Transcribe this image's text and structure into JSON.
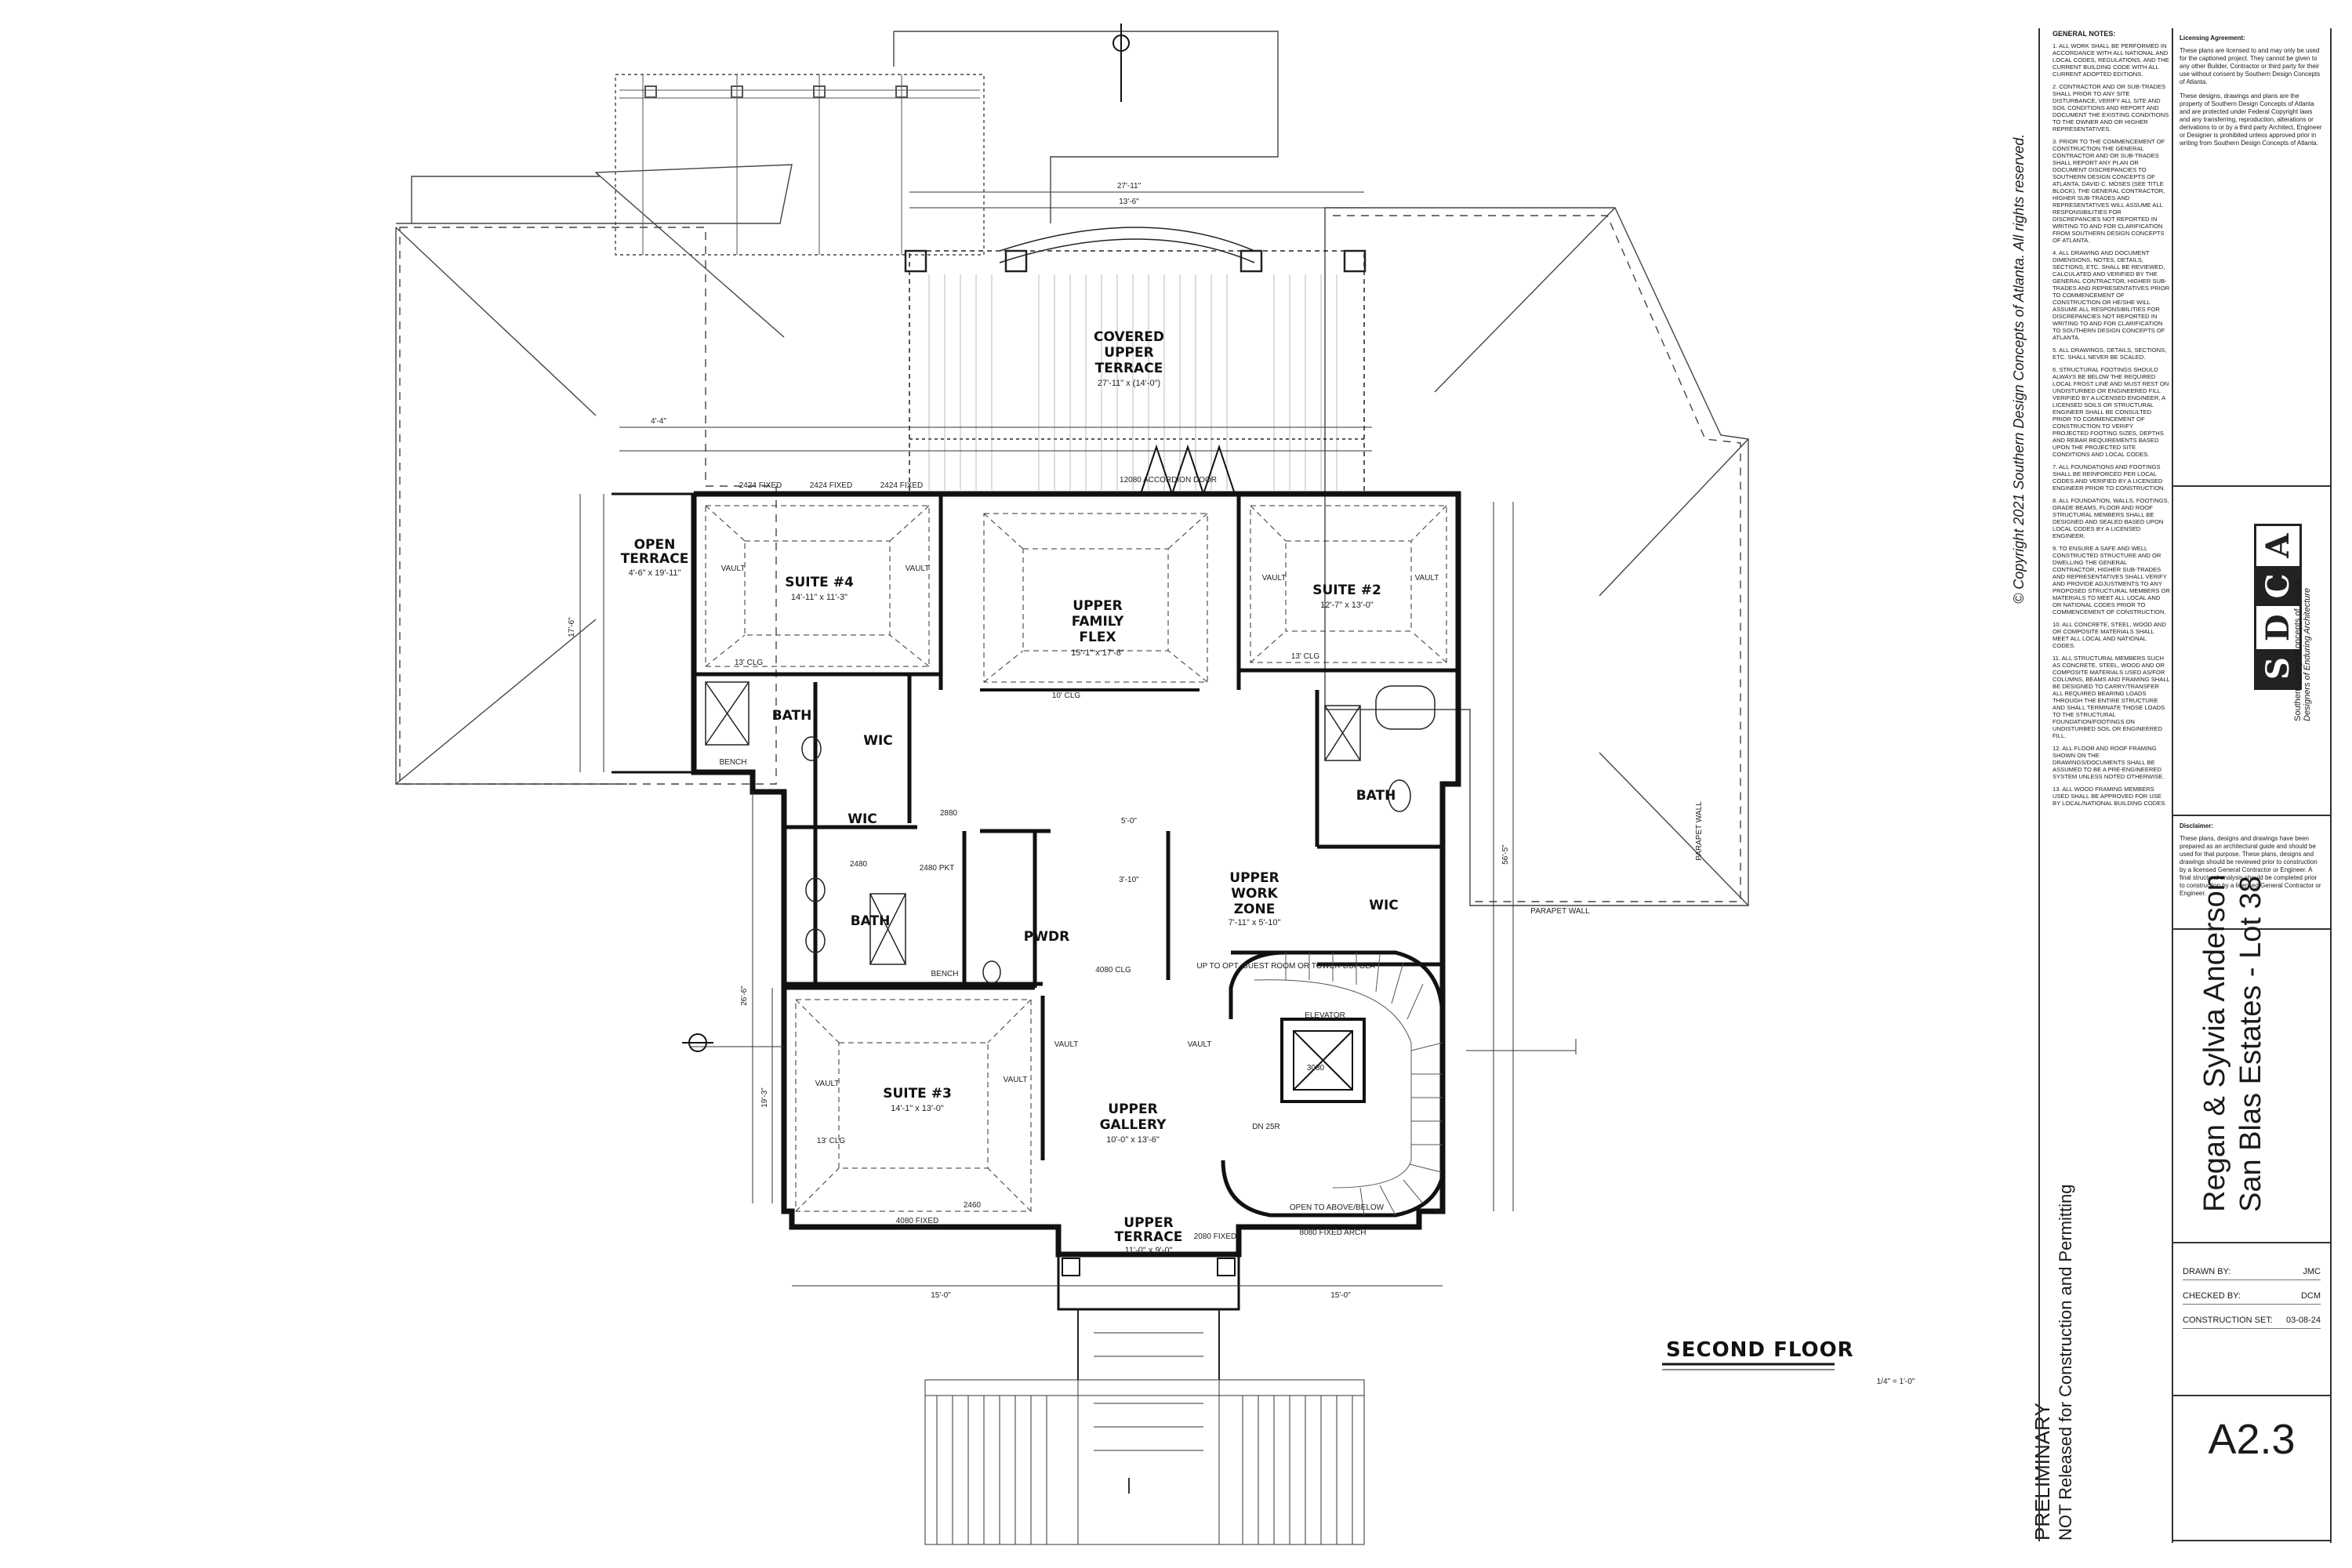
{
  "plan": {
    "title": "SECOND FLOOR",
    "scale": "1/4\" = 1'-0\"",
    "rooms": [
      {
        "id": "covered-upper-terrace",
        "name_lines": [
          "COVERED",
          "UPPER",
          "TERRACE"
        ],
        "dims": "27'-11\" x (14'-0\")"
      },
      {
        "id": "suite-4",
        "name_lines": [
          "SUITE #4"
        ],
        "dims": "14'-11\" x 11'-3\""
      },
      {
        "id": "upper-family-flex",
        "name_lines": [
          "UPPER",
          "FAMILY",
          "FLEX"
        ],
        "dims": "15'-1\" x 17'-8\""
      },
      {
        "id": "suite-2",
        "name_lines": [
          "SUITE #2"
        ],
        "dims": "12'-7\" x 13'-0\""
      },
      {
        "id": "open-terrace",
        "name_lines": [
          "OPEN",
          "TERRACE"
        ],
        "dims": "4'-6\" x 19'-11\""
      },
      {
        "id": "bath-a",
        "name_lines": [
          "BATH"
        ],
        "dims": ""
      },
      {
        "id": "wic-a",
        "name_lines": [
          "WIC"
        ],
        "dims": ""
      },
      {
        "id": "bath-c",
        "name_lines": [
          "BATH"
        ],
        "dims": ""
      },
      {
        "id": "wic-b",
        "name_lines": [
          "WIC"
        ],
        "dims": ""
      },
      {
        "id": "bath-b",
        "name_lines": [
          "BATH"
        ],
        "dims": ""
      },
      {
        "id": "pwdr",
        "name_lines": [
          "PWDR"
        ],
        "dims": ""
      },
      {
        "id": "upper-work-zone",
        "name_lines": [
          "UPPER",
          "WORK",
          "ZONE"
        ],
        "dims": "7'-11\" x 5'-10\""
      },
      {
        "id": "wic-c",
        "name_lines": [
          "WIC"
        ],
        "dims": ""
      },
      {
        "id": "suite-3",
        "name_lines": [
          "SUITE #3"
        ],
        "dims": "14'-1\" x 13'-0\""
      },
      {
        "id": "upper-gallery",
        "name_lines": [
          "UPPER",
          "GALLERY"
        ],
        "dims": "10'-0\" x 13'-6\""
      },
      {
        "id": "upper-terrace",
        "name_lines": [
          "UPPER",
          "TERRACE"
        ],
        "dims": "11'-0\" x 9'-0\""
      }
    ],
    "labels": {
      "parapet_wall_1": "PARAPET WALL",
      "parapet_wall_2": "PARAPET WALL",
      "vault": "VAULT",
      "clg_13": "13' CLG",
      "clg_10": "10' CLG",
      "open_to_above": "OPEN TO ABOVE/BELOW",
      "elevator": "ELEVATOR",
      "accordion": "12080 ACCORDION DOOR",
      "arch": "8080 FIXED ARCH",
      "dn": "DN 25R",
      "bench": "BENCH",
      "up_to": "UP TO OPT. GUEST ROOM OR TOWER CUPOLA"
    },
    "dimensions": {
      "top_overall": "27'-11\"",
      "top_mid": "13'-6\"",
      "left_4_4": "4'-4\"",
      "left_17_6": "17'-6\"",
      "left_26_6": "26'-6\"",
      "left_19_3": "19'-3\"",
      "bottom_15_0a": "15'-0\"",
      "bottom_15_0b": "15'-0\"",
      "right_56": "56'-5\"",
      "mid_5_0": "5'-0\"",
      "mid_3_10": "3'-10\""
    },
    "openings": [
      "2424 FIXED",
      "2424 FIXED",
      "2424 FIXED",
      "2880",
      "2480 PKT",
      "2480",
      "2460",
      "4080 CLG",
      "2080 FIXED",
      "4080 FIXED",
      "3080"
    ]
  },
  "copyright": "© Copyright 2021 Southern Design Concepts of Atlanta. All rights reserved.",
  "status": {
    "line1": "PRELIMINARY",
    "line2": "NOT Released for Construction and Permitting"
  },
  "notes": {
    "heading": "GENERAL NOTES:",
    "items": [
      "1. All work shall be performed in accordance with all national and local codes, regulations, and the current building code with all current adopted editions.",
      "2. Contractor and or sub-trades shall prior to any site disturbance, verify all site and soil conditions and report and document the existing conditions to the owner and or higher representatives.",
      "3. Prior to the commencement of construction the general contractor and or sub-trades shall report any plan or document discrepancies to Southern Design Concepts of Atlanta, David C. Moses (see title block). The general contractor, higher sub-trades and representatives will assume all responsibilities for discrepancies not reported in writing to and for clarification from Southern Design Concepts of Atlanta.",
      "4. All drawing and document dimensions, notes, details, sections, etc. shall be reviewed, calculated and verified by the general contractor, higher sub-trades and representatives prior to commencement of construction or he/she will assume all responsibilities for discrepancies not reported in writing to and for clarification to Southern Design Concepts of Atlanta.",
      "5. All drawings, details, sections, etc. shall never be scaled.",
      "6. Structural footings should always be below the required local frost line and must rest on undisturbed or engineered fill verified by a licensed engineer, a licensed soils or structural engineer shall be consulted prior to commencement of construction to verify projected footing sizes, depths and rebar requirements based upon the projected site conditions and local codes.",
      "7. All foundations and footings shall be reinforced per local codes and verified by a licensed engineer prior to construction.",
      "8. All foundation, walls, footings, grade beams, floor and roof structural members shall be designed and sealed based upon local codes by a licensed engineer.",
      "9. To ensure a safe and well constructed structure and or dwelling the general contractor, higher sub-trades and representatives shall verify and provide adjustments to any proposed structural members or materials to meet all local and or national codes prior to commencement of construction.",
      "10. All concrete, steel, wood and or composite materials shall meet all local and national codes.",
      "11. All structural members such as concrete, steel, wood and or composite materials used as/for columns, beams and framing shall be designed to carry/transfer all required bearing loads through the entire structure and shall terminate those loads to the structural foundation/footings on undisturbed soil or engineered fill.",
      "12. All floor and roof framing shown on the drawings/documents shall be assumed to be a pre-engineered system unless noted otherwise.",
      "13. All wood framing members used shall be approved for use by local/national building codes."
    ]
  },
  "licensing": {
    "heading": "Licensing Agreement:",
    "p1": "These plans are licensed to and may only be used for the captioned project. They cannot be given to any other Builder, Contractor or third party for their use without consent by Southern Design Concepts of Atlanta.",
    "p2": "These designs, drawings and plans are the property of Southern Design Concepts of Atlanta and are protected under Federal Copyright laws and any transferring, reproduction, alterations or derivations to or by a third party Architect, Engineer or Designer is prohibited unless approved prior in writing from Southern Design Concepts of Atlanta."
  },
  "firm": {
    "logo_letters": [
      "S",
      "D",
      "C",
      "A"
    ],
    "name": "Southern Design Concepts of Atlanta",
    "tagline": "Designers of Enduring Architecture"
  },
  "disclaimer": {
    "heading": "Disclaimer:",
    "text": "These plans, designs and drawings have been prepared as an architectural guide and should be used for that purpose. These plans, designs and drawings should be reviewed prior to construction by a licensed General Contractor or Engineer. A final structural analysis should be completed prior to construction by a licensed General Contractor or Engineer."
  },
  "project": {
    "line1": "Regan & Sylvia Anderson",
    "line2": "San Blas Estates - Lot 38"
  },
  "titleblock": {
    "drawn_by_label": "DRAWN BY:",
    "drawn_by": "JMC",
    "checked_by_label": "CHECKED BY:",
    "checked_by": "DCM",
    "construction_set_label": "CONSTRUCTION SET:",
    "construction_set": "03-08-24",
    "sheet": "A2.3"
  }
}
